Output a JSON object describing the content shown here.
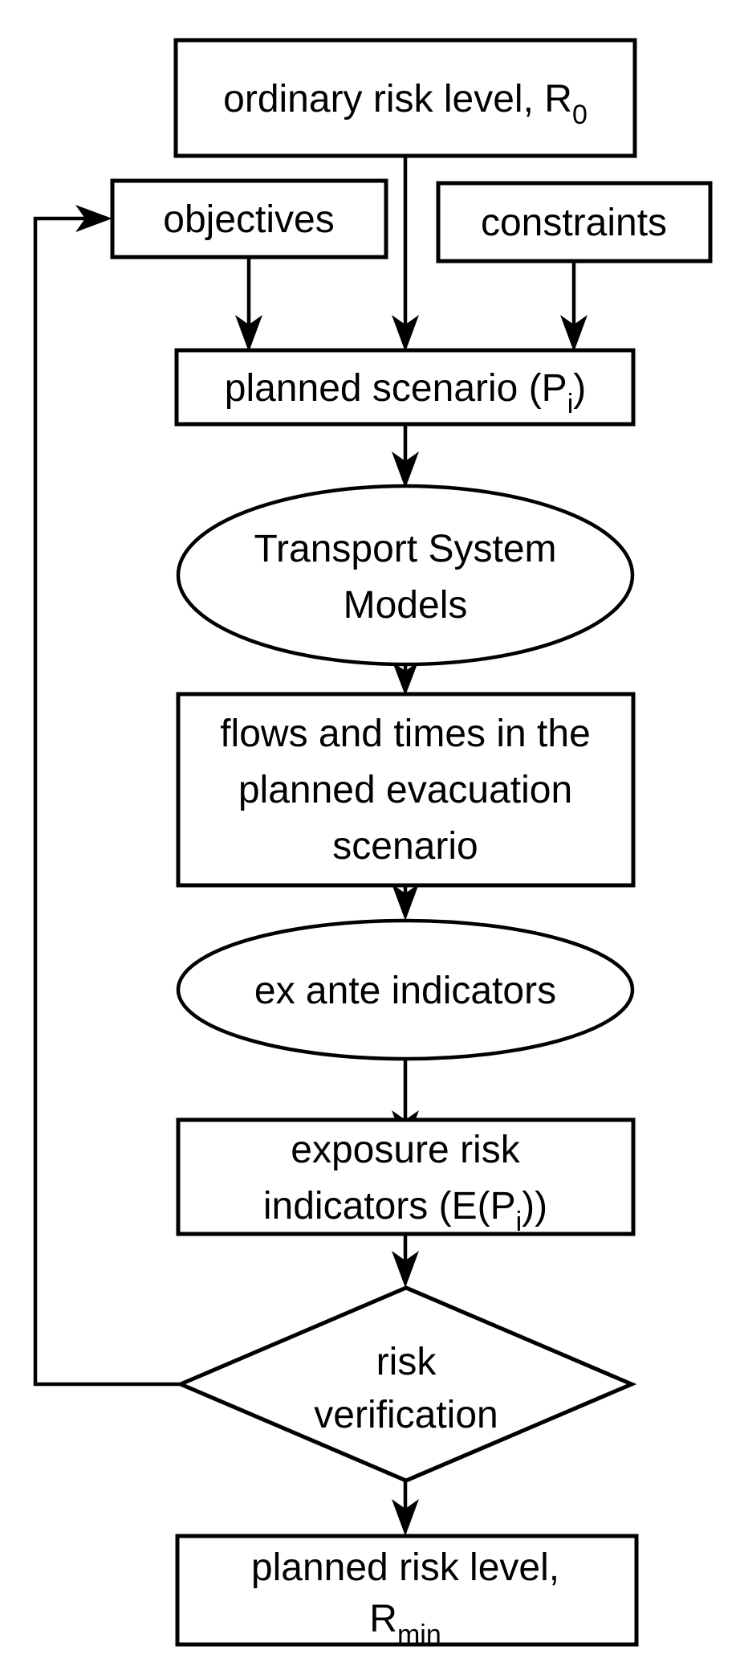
{
  "diagram": {
    "colors": {
      "background": "#ffffff",
      "stroke": "#000000",
      "text": "#000000"
    },
    "nodes": {
      "ordinary_risk": {
        "shape": "rectangle",
        "text": "ordinary risk level, R",
        "subscript": "0"
      },
      "objectives": {
        "shape": "rectangle",
        "text": "objectives"
      },
      "constraints": {
        "shape": "rectangle",
        "text": "constraints"
      },
      "planned_scenario": {
        "shape": "rectangle",
        "text": "planned scenario (P",
        "subscript": "i",
        "suffix": ")"
      },
      "transport_models": {
        "shape": "ellipse",
        "lines": [
          "Transport System",
          "Models"
        ]
      },
      "flows_times": {
        "shape": "rectangle",
        "lines": [
          "flows and times in the",
          "planned evacuation",
          "scenario"
        ]
      },
      "ex_ante": {
        "shape": "ellipse",
        "text": "ex ante indicators"
      },
      "exposure_risk": {
        "shape": "rectangle",
        "line1": "exposure risk",
        "line2": "indicators (E(P",
        "line2_subscript": "i",
        "line2_suffix": "))"
      },
      "risk_verification": {
        "shape": "diamond",
        "lines": [
          "risk",
          "verification"
        ]
      },
      "planned_risk": {
        "shape": "rectangle",
        "line1": "planned risk level,",
        "line2": "R",
        "line2_subscript": "min"
      }
    },
    "edges": [
      {
        "from": "ordinary_risk",
        "to": "planned_scenario"
      },
      {
        "from": "objectives",
        "to": "planned_scenario"
      },
      {
        "from": "constraints",
        "to": "planned_scenario"
      },
      {
        "from": "planned_scenario",
        "to": "transport_models"
      },
      {
        "from": "transport_models",
        "to": "flows_times"
      },
      {
        "from": "flows_times",
        "to": "ex_ante"
      },
      {
        "from": "ex_ante",
        "to": "exposure_risk"
      },
      {
        "from": "exposure_risk",
        "to": "risk_verification"
      },
      {
        "from": "risk_verification",
        "to": "planned_risk"
      },
      {
        "from": "risk_verification",
        "to": "objectives",
        "type": "feedback-loop"
      }
    ]
  }
}
